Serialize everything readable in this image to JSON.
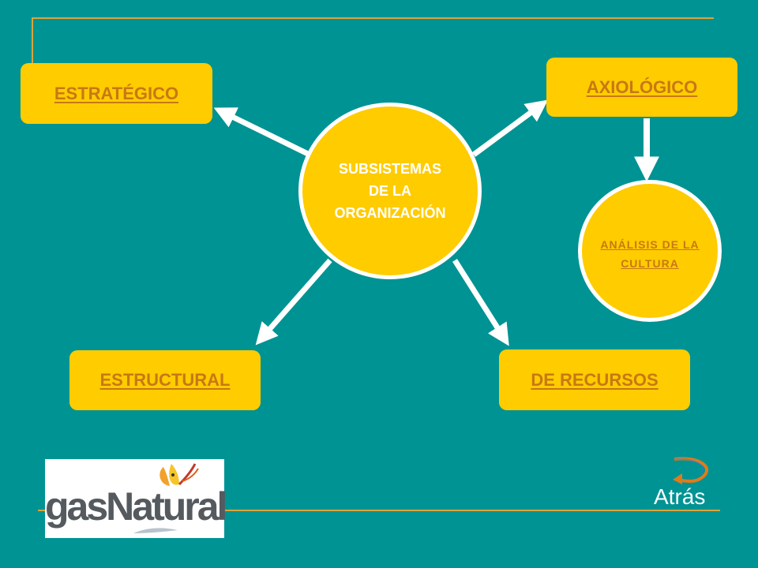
{
  "diagram": {
    "center_lines": [
      "SUBSISTEMAS",
      "DE LA",
      "ORGANIZACIÓN"
    ],
    "nodes": {
      "estrategico": "ESTRATÉGICO",
      "axiologico": "AXIOLÓGICO",
      "estructural": "ESTRUCTURAL",
      "recursos": "DE RECURSOS"
    },
    "cultura_lines": [
      "ANÁLISIS DE LA",
      "CULTURA"
    ]
  },
  "colors": {
    "background": "#009393",
    "node_fill": "#ffcc00",
    "link_text": "#c87814",
    "arrow": "#ffffff",
    "rule": "#d9a53a"
  },
  "logo": {
    "brand_text": "gasNatural"
  },
  "nav": {
    "back_label": "Atrás",
    "back_icon": "curved-return-arrow-icon"
  }
}
